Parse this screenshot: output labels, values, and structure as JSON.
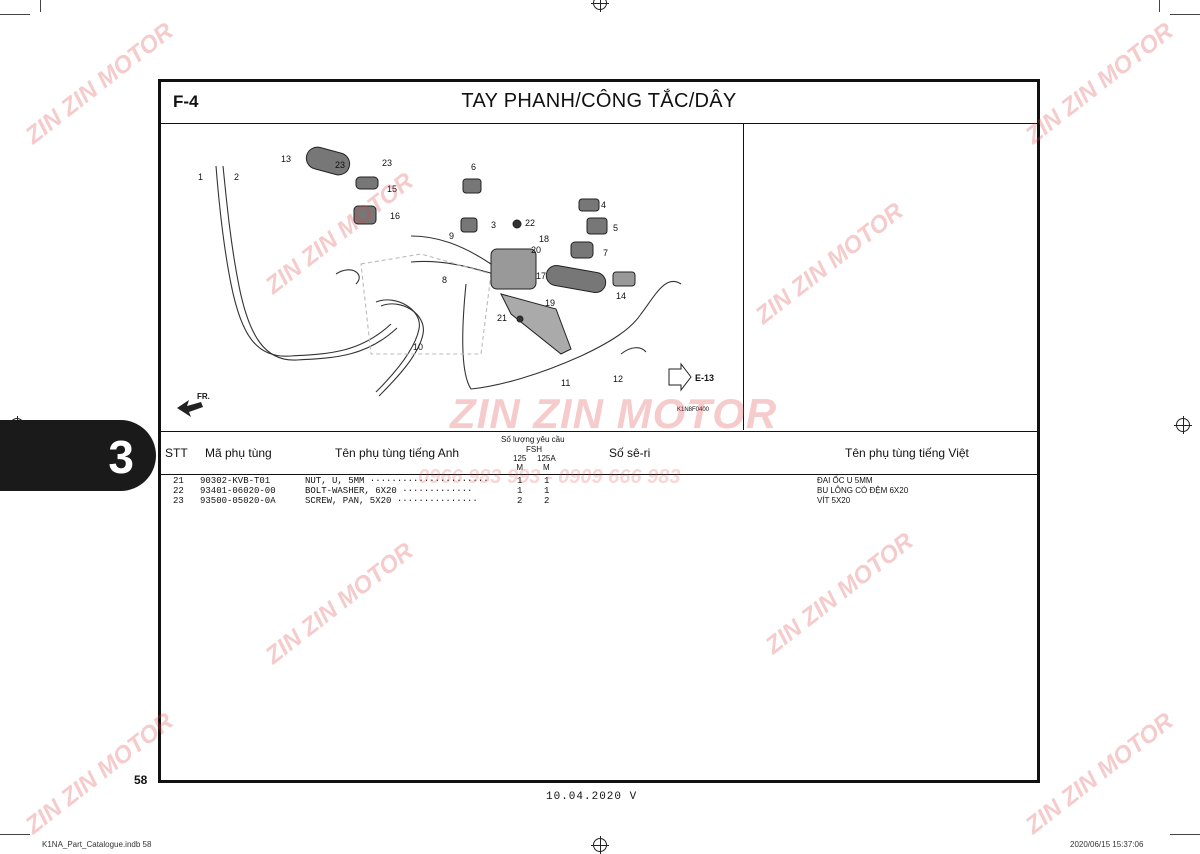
{
  "header": {
    "code": "F-4",
    "title": "TAY PHANH/CÔNG TẮC/DÂY"
  },
  "diagram": {
    "callouts": [
      "1",
      "2",
      "13",
      "23",
      "23",
      "15",
      "16",
      "6",
      "3",
      "22",
      "18",
      "20",
      "4",
      "5",
      "7",
      "9",
      "8",
      "17",
      "14",
      "19",
      "21",
      "10",
      "11",
      "12"
    ],
    "ref_label": "E-13",
    "front_label": "FR.",
    "figure_code": "K1N8F0400"
  },
  "table": {
    "headers": {
      "stt": "STT",
      "part_no": "Mã phụ tùng",
      "name_en": "Tên phụ tùng tiếng Anh",
      "qty_group": "Số lượng yêu cầu",
      "qty_model": "FSH",
      "qty_col1": "125\nM",
      "qty_col2": "125A\nM",
      "serial": "Số sê-ri",
      "name_vi": "Tên phụ tùng tiếng Việt"
    },
    "rows": [
      {
        "stt": "21",
        "part_no": "90302-KVB-T01",
        "name_en": "NUT, U, 5MM ······················",
        "q1": "1",
        "q2": "1",
        "name_vi": "ĐAI ỐC U 5MM"
      },
      {
        "stt": "22",
        "part_no": "93401-06020-00",
        "name_en": "BOLT-WASHER, 6X20 ·············",
        "q1": "1",
        "q2": "1",
        "name_vi": "BU LÔNG CÓ ĐỆM 6X20"
      },
      {
        "stt": "23",
        "part_no": "93500-05020-0A",
        "name_en": "SCREW, PAN, 5X20 ···············",
        "q1": "2",
        "q2": "2",
        "name_vi": "VÍT 5X20"
      }
    ]
  },
  "side_tab": "3",
  "page_number": "58",
  "footer": {
    "date": "10.04.2020    V",
    "file_left": "K1NA_Part_Catalogue.indb   58",
    "file_right": "2020/06/15   15:37:06"
  },
  "watermark": {
    "brand": "ZIN ZIN MOTOR",
    "phone": "0966 983 993 - 0909 666 983"
  },
  "colors": {
    "ink": "#111111",
    "watermark": "#dc4646",
    "tab": "#1a1a1a"
  }
}
